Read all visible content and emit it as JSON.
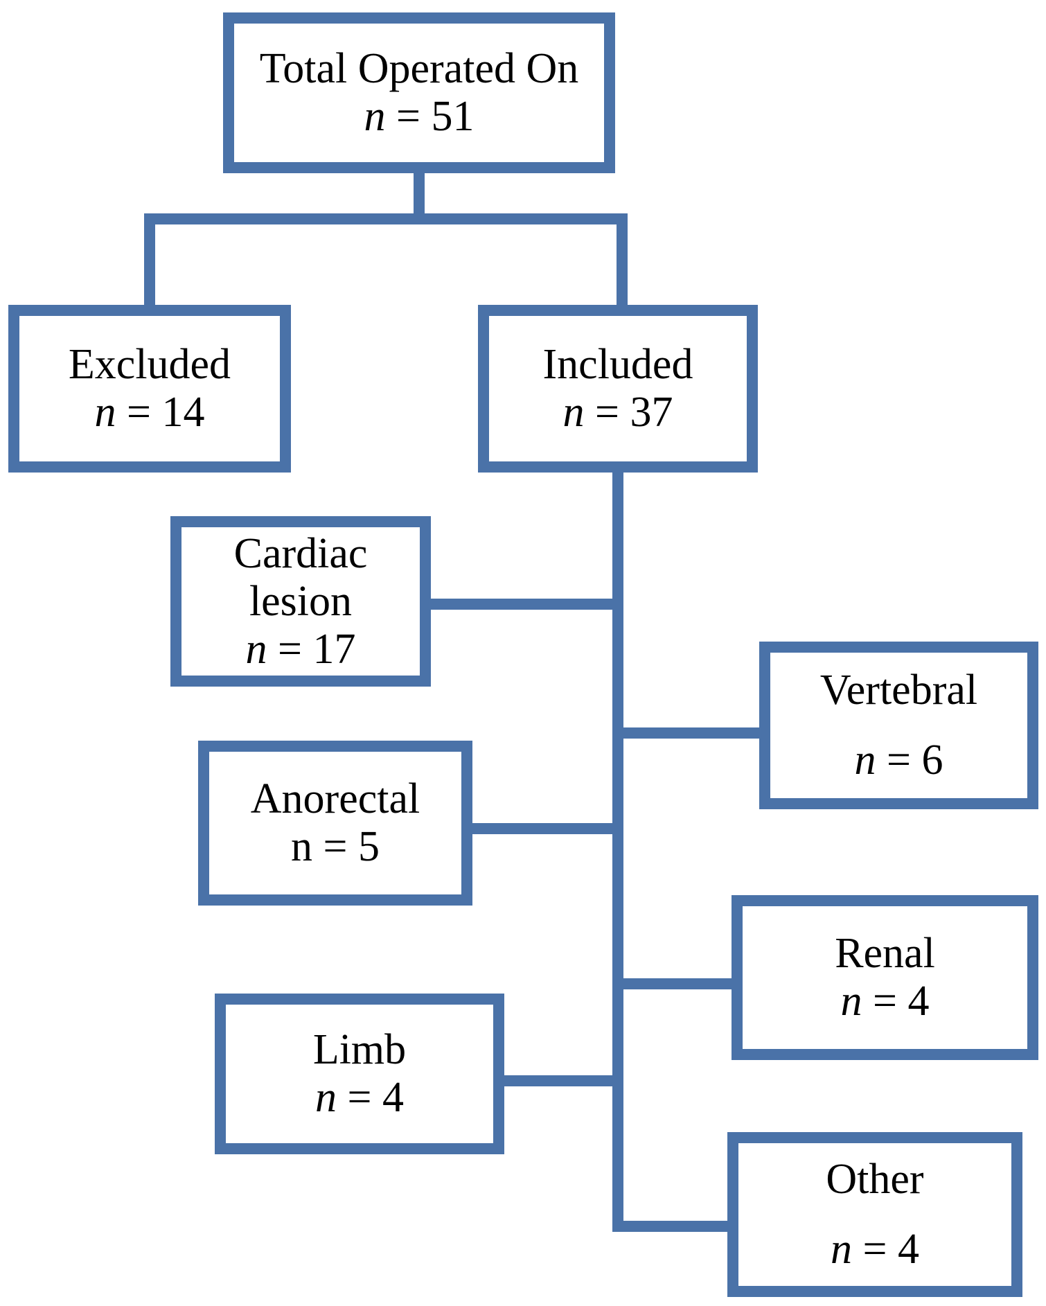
{
  "diagram": {
    "line_color": "#4a72a8",
    "border_color": "#4a72a8",
    "total": {
      "label": "Total Operated On",
      "n_prefix": "n",
      "count": "= 51"
    },
    "excluded": {
      "label": "Excluded",
      "n_prefix": "n",
      "count": "= 14"
    },
    "included": {
      "label": "Included",
      "n_prefix": "n",
      "count": "= 37"
    },
    "cardiac": {
      "label_line1": "Cardiac",
      "label_line2": "lesion",
      "n_prefix": "n",
      "count": "= 17"
    },
    "vertebral": {
      "label": "Vertebral",
      "n_prefix": "n",
      "count": "= 6"
    },
    "anorectal": {
      "label": "Anorectal",
      "n_prefix": "n",
      "count": "= 5"
    },
    "renal": {
      "label": "Renal",
      "n_prefix": "n",
      "count": "= 4"
    },
    "limb": {
      "label": "Limb",
      "n_prefix": "n",
      "count": "= 4"
    },
    "other": {
      "label": "Other",
      "n_prefix": "n",
      "count": "= 4"
    }
  }
}
